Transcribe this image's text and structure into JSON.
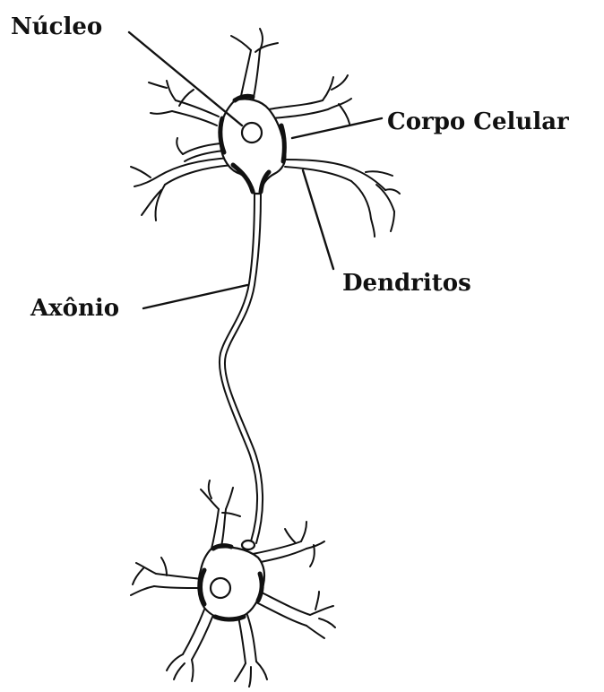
{
  "labels": {
    "nucleus": "Núcleo",
    "cell_body": "Corpo Celular",
    "dendrites": "Dendritos",
    "axon": "Axônio"
  },
  "colors": {
    "ink": "#111111",
    "background": "#ffffff"
  }
}
